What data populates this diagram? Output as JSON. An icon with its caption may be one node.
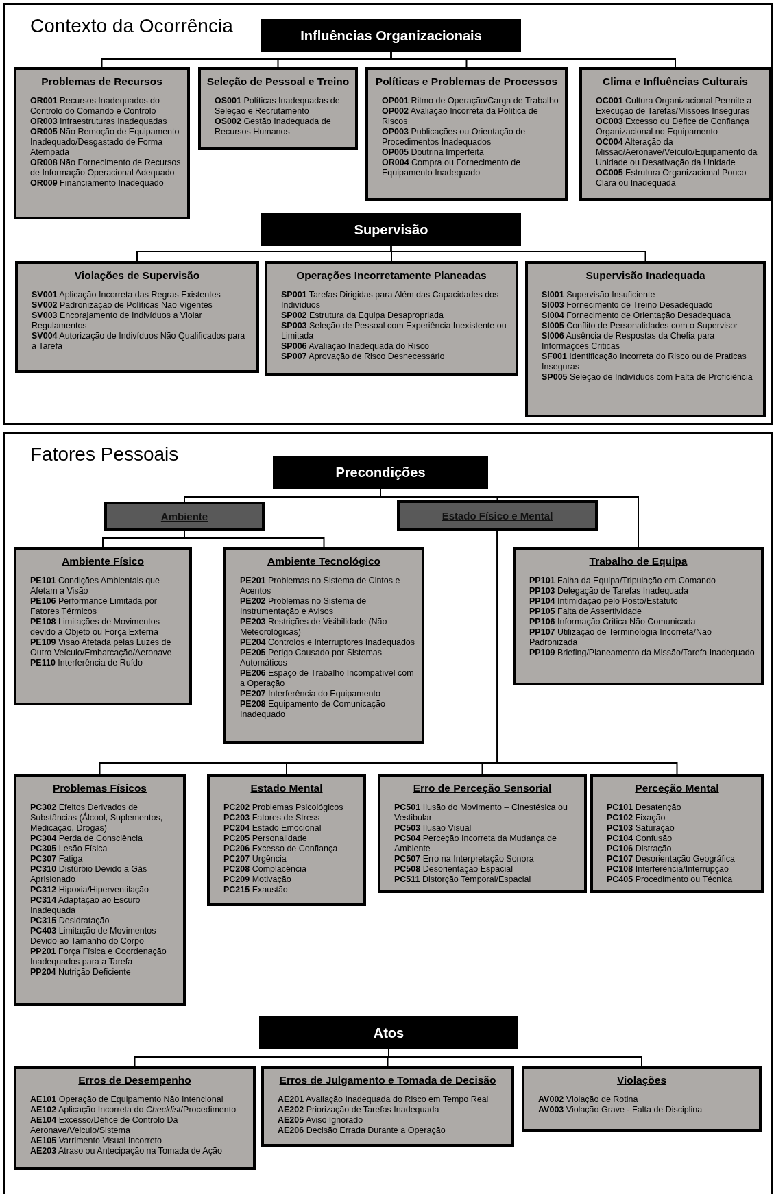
{
  "diagram": {
    "nodes": [
      {
        "text": [
          "Contexto da Ocorrência"
        ]
      },
      {
        "text": [
          "Influências Organizacionais"
        ],
        "in": 0
      },
      {
        "text": [
          "Problemas de Recursos",
          "**OR001** Recursos Inadequados do Controlo do Comando e Controlo",
          "**OR003** Infraestruturas Inadequadas",
          "**OR005** Não Remoção de Equipamento Inadequado/Desgastado de Forma Atempada",
          "**OR008** Não Fornecimento de Recursos de Informação Operacional Adequado",
          "**OR009** Financiamento Inadequado"
        ],
        "in": 0
      },
      {
        "text": [
          "Seleção de Pessoal e Treino",
          "**OS001** Políticas Inadequadas de Seleção e Recrutamento",
          "**OS002** Gestão Inadequada de Recursos Humanos"
        ],
        "in": 0
      },
      {
        "text": [
          "Políticas e Problemas de Processos",
          "**OP001** Ritmo de Operação/Carga de Trabalho",
          "**OP002** Avaliação Incorreta da Política de Riscos",
          "**OP003** Publicações ou Orientação de Procedimentos Inadequados",
          "**OP005** Doutrina Imperfeita",
          "**OR004** Compra ou Fornecimento de Equipamento Inadequado"
        ],
        "in": 0
      },
      {
        "text": [
          "Clima e Influências Culturais",
          "**OC001** Cultura Organizacional Permite a Execução de Tarefas/Missões Inseguras",
          "**OC003** Excesso ou Défice de Confiança Organizacional no Equipamento",
          "**OC004** Alteração da Missão/Aeronave/Veículo/Equipamento da Unidade ou Desativação da Unidade",
          "**OC005** Estrutura Organizacional Pouco Clara ou Inadequada"
        ],
        "in": 0
      },
      {
        "text": [
          "Supervisão"
        ],
        "in": 0
      },
      {
        "text": [
          "Violações de Supervisão",
          "**SV001** Aplicação Incorreta das Regras Existentes",
          "**SV002** Padronização de Políticas Não Vigentes",
          "**SV003** Encorajamento de Indivíduos a Violar Regulamentos",
          "**SV004** Autorização de Indivíduos Não Qualificados para a Tarefa"
        ],
        "in": 0
      },
      {
        "text": [
          "Operações Incorretamente Planeadas",
          "**SP001** Tarefas Dirigidas para Além das Capacidades dos Indivíduos",
          "**SP002** Estrutura da Equipa Desapropriada",
          "**SP003** Seleção de Pessoal com Experiência Inexistente ou Limitada",
          "**SP006** Avaliação Inadequada do Risco",
          "**SP007** Aprovação de Risco Desnecessário"
        ],
        "in": 0
      },
      {
        "text": [
          "Supervisão Inadequada",
          "**SI001** Supervisão Insuficiente",
          "**SI003** Fornecimento de Treino Desadequado",
          "**SI004** Fornecimento de Orientação Desadequada",
          "**SI005** Conflito de Personalidades com o Supervisor",
          "**SI006** Ausência de Respostas da Chefia para Informações Criticas",
          "**SF001** Identificação Incorreta do Risco ou de Praticas Inseguras",
          "**SP005** Seleção de Indivíduos com Falta de Proficiência"
        ],
        "in": 0
      },
      {
        "text": [
          "Fatores Pessoais"
        ]
      },
      {
        "text": [
          "Precondições"
        ],
        "in": 10
      },
      {
        "text": [
          "Ambiente"
        ],
        "in": 10
      },
      {
        "text": [
          "Estado Físico e Mental"
        ],
        "in": 10
      },
      {
        "text": [
          "Ambiente Físico",
          "**PE101** Condições Ambientais que Afetam a Visão",
          "**PE106** Performance Limitada por Fatores Térmicos",
          "**PE108** Limitações de Movimentos devido a Objeto ou Força Externa",
          "**PE109** Visão Afetada pelas Luzes de Outro Veículo/Embarcação/Aeronave",
          "**PE110** Interferência de Ruído"
        ],
        "in": 10
      },
      {
        "text": [
          "Ambiente Tecnológico",
          "**PE201** Problemas no Sistema de Cintos e Acentos",
          "**PE202** Problemas no Sistema de Instrumentação e Avisos",
          "**PE203** Restrições de Visibilidade (Não Meteorológicas)",
          "**PE204** Controlos e Interruptores Inadequados",
          "**PE205** Perigo Causado por Sistemas Automáticos",
          "**PE206** Espaço de Trabalho Incompatível com a Operação",
          "**PE207** Interferência do Equipamento",
          "**PE208** Equipamento de Comunicação Inadequado"
        ],
        "in": 10
      },
      {
        "text": [
          "Trabalho de Equipa",
          "**PP101** Falha da Equipa/Tripulação em Comando",
          "**PP103** Delegação de Tarefas Inadequada",
          "**PP104** Intimidação pelo Posto/Estatuto",
          "**PP105** Falta de Assertividade",
          "**PP106** Informação Critica Não Comunicada",
          "**PP107** Utilização de Terminologia Incorreta/Não Padronizada",
          "**PP109** Briefing/Planeamento da Missão/Tarefa Inadequado"
        ],
        "in": 10
      },
      {
        "text": [
          "Problemas Físicos",
          "**PC302** Efeitos Derivados de Substâncias (Álcool, Suplementos, Medicação, Drogas)",
          "**PC304** Perda de Consciência",
          "**PC305** Lesão Física",
          "**PC307** Fatiga",
          "**PC310** Distúrbio Devido a Gás Aprisionado",
          "**PC312** Hipoxia/Hiperventilação",
          "**PC314** Adaptação ao Escuro Inadequada",
          "**PC315** Desidratação",
          "**PC403** Limitação de Movimentos Devido ao Tamanho do Corpo",
          "**PP201** Força Física e Coordenação Inadequados para a Tarefa",
          "**PP204** Nutrição Deficiente"
        ],
        "in": 10
      },
      {
        "text": [
          "Estado Mental",
          "**PC202** Problemas Psicológicos",
          "**PC203** Fatores de Stress",
          "**PC204** Estado Emocional",
          "**PC205** Personalidade",
          "**PC206** Excesso de Confiança",
          "**PC207** Urgência",
          "**PC208** Complacência",
          "**PC209** Motivação",
          "**PC215** Exaustão"
        ],
        "in": 10
      },
      {
        "text": [
          "Erro de Perceção Sensorial",
          "**PC501** Ilusão do Movimento – Cinestésica ou Vestibular",
          "**PC503** Ilusão Visual",
          "**PC504** Perceção Incorreta da Mudança de Ambiente",
          "**PC507** Erro na Interpretação Sonora",
          "**PC508** Desorientação Espacial",
          "**PC511** Distorção Temporal/Espacial"
        ],
        "in": 10
      },
      {
        "text": [
          "Perceção Mental",
          "**PC101** Desatenção",
          "**PC102** Fixação",
          "**PC103** Saturação",
          "**PC104** Confusão",
          "**PC106** Distração",
          "**PC107** Desorientação Geográfica",
          "**PC108** Interferência/Interrupção",
          "**PC405** Procedimento ou Técnica"
        ],
        "in": 10
      },
      {
        "text": [
          "Atos"
        ],
        "in": 10
      },
      {
        "text": [
          "Erros de Desempenho",
          "**AE101** Operação de Equipamento Não Intencional",
          "**AE102** Aplicação Incorreta do *Checklist*/Procedimento",
          "**AE104** Excesso/Défice de Controlo Da Aeronave/Veiculo/Sistema",
          "**AE105** Varrimento Visual Incorreto",
          "**AE203** Atraso ou Antecipação na Tomada de Ação"
        ],
        "in": 10
      },
      {
        "text": [
          "Erros de Julgamento e Tomada de Decisão",
          "**AE201** Avaliação Inadequada do Risco em Tempo Real",
          "**AE202** Priorização de Tarefas Inadequada",
          "**AE205** Aviso Ignorado",
          "**AE206** Decisão Errada Durante a Operação"
        ],
        "in": 10
      },
      {
        "text": [
          "Violações",
          "**AV002** Violação de Rotina",
          "**AV003** Violação Grave - Falta de Disciplina"
        ],
        "in": 10
      }
    ],
    "edges": [
      {
        "from": 1,
        "to": 2,
        "arrow": "none"
      },
      {
        "from": 1,
        "to": 3,
        "arrow": "none"
      },
      {
        "from": 1,
        "to": 4,
        "arrow": "none"
      },
      {
        "from": 1,
        "to": 5,
        "arrow": "none"
      },
      {
        "from": 6,
        "to": 7,
        "arrow": "none"
      },
      {
        "from": 6,
        "to": 8,
        "arrow": "none"
      },
      {
        "from": 6,
        "to": 9,
        "arrow": "none"
      },
      {
        "from": 11,
        "to": 12,
        "arrow": "none"
      },
      {
        "from": 11,
        "to": 13,
        "arrow": "none"
      },
      {
        "from": 11,
        "to": 16,
        "arrow": "none"
      },
      {
        "from": 12,
        "to": 14,
        "arrow": "none"
      },
      {
        "from": 12,
        "to": 15,
        "arrow": "none"
      },
      {
        "from": 13,
        "to": 17,
        "arrow": "none"
      },
      {
        "from": 13,
        "to": 18,
        "arrow": "none"
      },
      {
        "from": 13,
        "to": 19,
        "arrow": "none"
      },
      {
        "from": 13,
        "to": 20,
        "arrow": "none"
      },
      {
        "from": 21,
        "to": 22,
        "arrow": "none"
      },
      {
        "from": 21,
        "to": 23,
        "arrow": "none"
      },
      {
        "from": 21,
        "to": 24,
        "arrow": "none"
      }
    ]
  }
}
